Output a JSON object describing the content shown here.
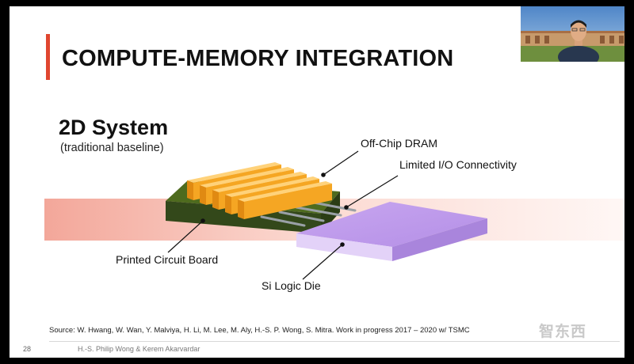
{
  "slide": {
    "title": "COMPUTE-MEMORY INTEGRATION",
    "system_title": "2D System",
    "system_subtitle": "(traditional baseline)",
    "labels": {
      "dram": "Off-Chip DRAM",
      "io": "Limited I/O Connectivity",
      "pcb": "Printed Circuit Board",
      "logic": "Si Logic Die"
    },
    "source": "Source: W. Hwang, W. Wan, Y. Malviya, H. Li, M. Lee, M. Aly, H.-S. P. Wong, S. Mitra. Work in progress 2017 – 2020 w/ TSMC",
    "page_number": "28",
    "footer": "H.-S. Philip Wong & Kerem Akarvardar"
  },
  "watermark": "智东西",
  "colors": {
    "accent": "#e0462f",
    "dram": "#f5a623",
    "pcb": "#4e6b1e",
    "logic": "#c9a6ef"
  }
}
